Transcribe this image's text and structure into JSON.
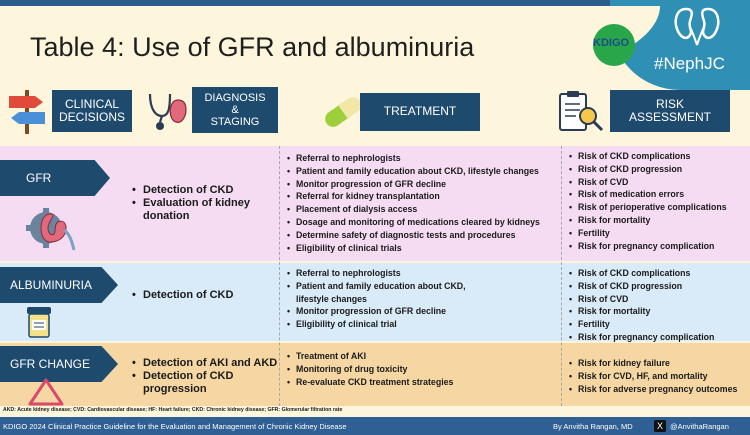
{
  "header": {
    "title": "Table 4: Use of GFR and albuminuria",
    "kdigo_logo_text": "KDIGO",
    "hashtag": "#NephJC"
  },
  "columns": {
    "clinical": "CLINICAL DECISIONS",
    "diagnosis": [
      "DIAGNOSIS",
      "&",
      "STAGING"
    ],
    "treatment": "TREATMENT",
    "risk": [
      "RISK",
      "ASSESSMENT"
    ]
  },
  "rows": [
    {
      "label": "GFR",
      "clinical": [
        "Detection of CKD",
        "Evaluation of kidney donation"
      ],
      "treatment": [
        "Referral to nephrologists",
        "Patient and family education about CKD, lifestyle changes",
        "Monitor progression of GFR decline",
        "Referral for kidney transplantation",
        "Placement of dialysis access",
        "Dosage and monitoring of medications cleared by kidneys",
        "Determine safety of diagnostic tests and procedures",
        "Eligibility of clinical trials"
      ],
      "risk": [
        "Risk of CKD complications",
        "Risk of CKD progression",
        "Risk of CVD",
        "Risk of medication errors",
        "Risk of perioperative complications",
        "Risk for mortality",
        "Fertility",
        "Risk for pregnancy complication"
      ]
    },
    {
      "label": "ALBUMINURIA",
      "clinical": [
        "Detection of CKD"
      ],
      "treatment": [
        "Referral to nephrologists",
        "Patient and family education about CKD, lifestyle changes",
        "Monitor progression of GFR decline",
        "Eligibility of clinical trial"
      ],
      "risk": [
        "Risk of CKD complications",
        "Risk of CKD progression",
        "Risk of CVD",
        "Risk for mortality",
        "Fertility",
        "Risk for pregnancy complication"
      ]
    },
    {
      "label": "GFR CHANGE",
      "clinical": [
        "Detection of AKI and AKD",
        "Detection of CKD progression"
      ],
      "treatment": [
        "Treatment of AKI",
        "Monitoring of drug toxicity",
        "Re-evaluate CKD treatment strategies"
      ],
      "risk": [
        "Risk for kidney failure",
        "Risk for CVD, HF, and mortality",
        "Risk for adverse pregnancy outcomes"
      ]
    }
  ],
  "footnote": "AKD: Acute kidney disease;  CVD: Cardiovascular disease; HF: Heart failure; CKD: Chronic kidney disease; GFR: Glomerular filtration rate",
  "footer": {
    "guideline": "KDIGO 2024 Clinical Practice Guideline for the Evaluation and Management of Chronic Kidney Disease",
    "author": "By Anvitha Rangan, MD",
    "x_icon": "X",
    "handle": "@AnvithaRangan"
  },
  "icons": [
    "signpost-icon",
    "stethoscope-kidney-icon",
    "pill-capsule-icon",
    "clipboard-magnifier-icon",
    "kidney-gear-icon",
    "urine-cup-icon",
    "warning-triangle-icon",
    "kidney-logo-icon"
  ],
  "colors": {
    "navy": "#1e4a6e",
    "gfr_row": "#f5dcf2",
    "albuminuria_row": "#d9ebf8",
    "gfr_change_row": "#f6d7a4",
    "footer_blue": "#2f5f93",
    "accent_teal": "#2f8fb4"
  }
}
